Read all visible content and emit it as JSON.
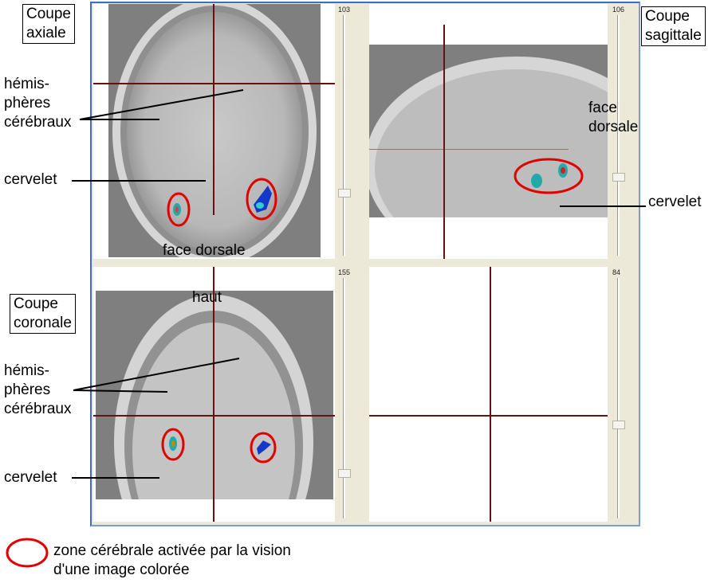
{
  "labels": {
    "axial_box": [
      "Coupe",
      "axiale"
    ],
    "sagittal_box": [
      "Coupe",
      "sagittale"
    ],
    "coronal_box": [
      "Coupe",
      "coronale"
    ],
    "hemispheres_axial": [
      "hémis-",
      "phères",
      "cérébraux"
    ],
    "hemispheres_coronal": [
      "hémis-",
      "phères",
      "cérébraux"
    ],
    "cervelet_axial": "cervelet",
    "cervelet_coronal": "cervelet",
    "cervelet_sagittal": "cervelet",
    "face_dorsale_axial": "face dorsale",
    "face_dorsale_sagittal": [
      "face",
      "dorsale"
    ],
    "haut": "haut"
  },
  "sliders": {
    "axial": "103",
    "sagittal": "106",
    "coronal": "155",
    "fourth": "84"
  },
  "slider_positions": {
    "axial": 0.75,
    "sagittal": 0.67,
    "coronal": 0.8,
    "fourth": 0.61
  },
  "legend": {
    "text": [
      "zone cérébrale activée par la vision",
      "d'une image colorée"
    ]
  },
  "colors": {
    "crosshair": "#6b1010",
    "activation_ring": "#e00000",
    "frame": "#3a6bd0"
  }
}
